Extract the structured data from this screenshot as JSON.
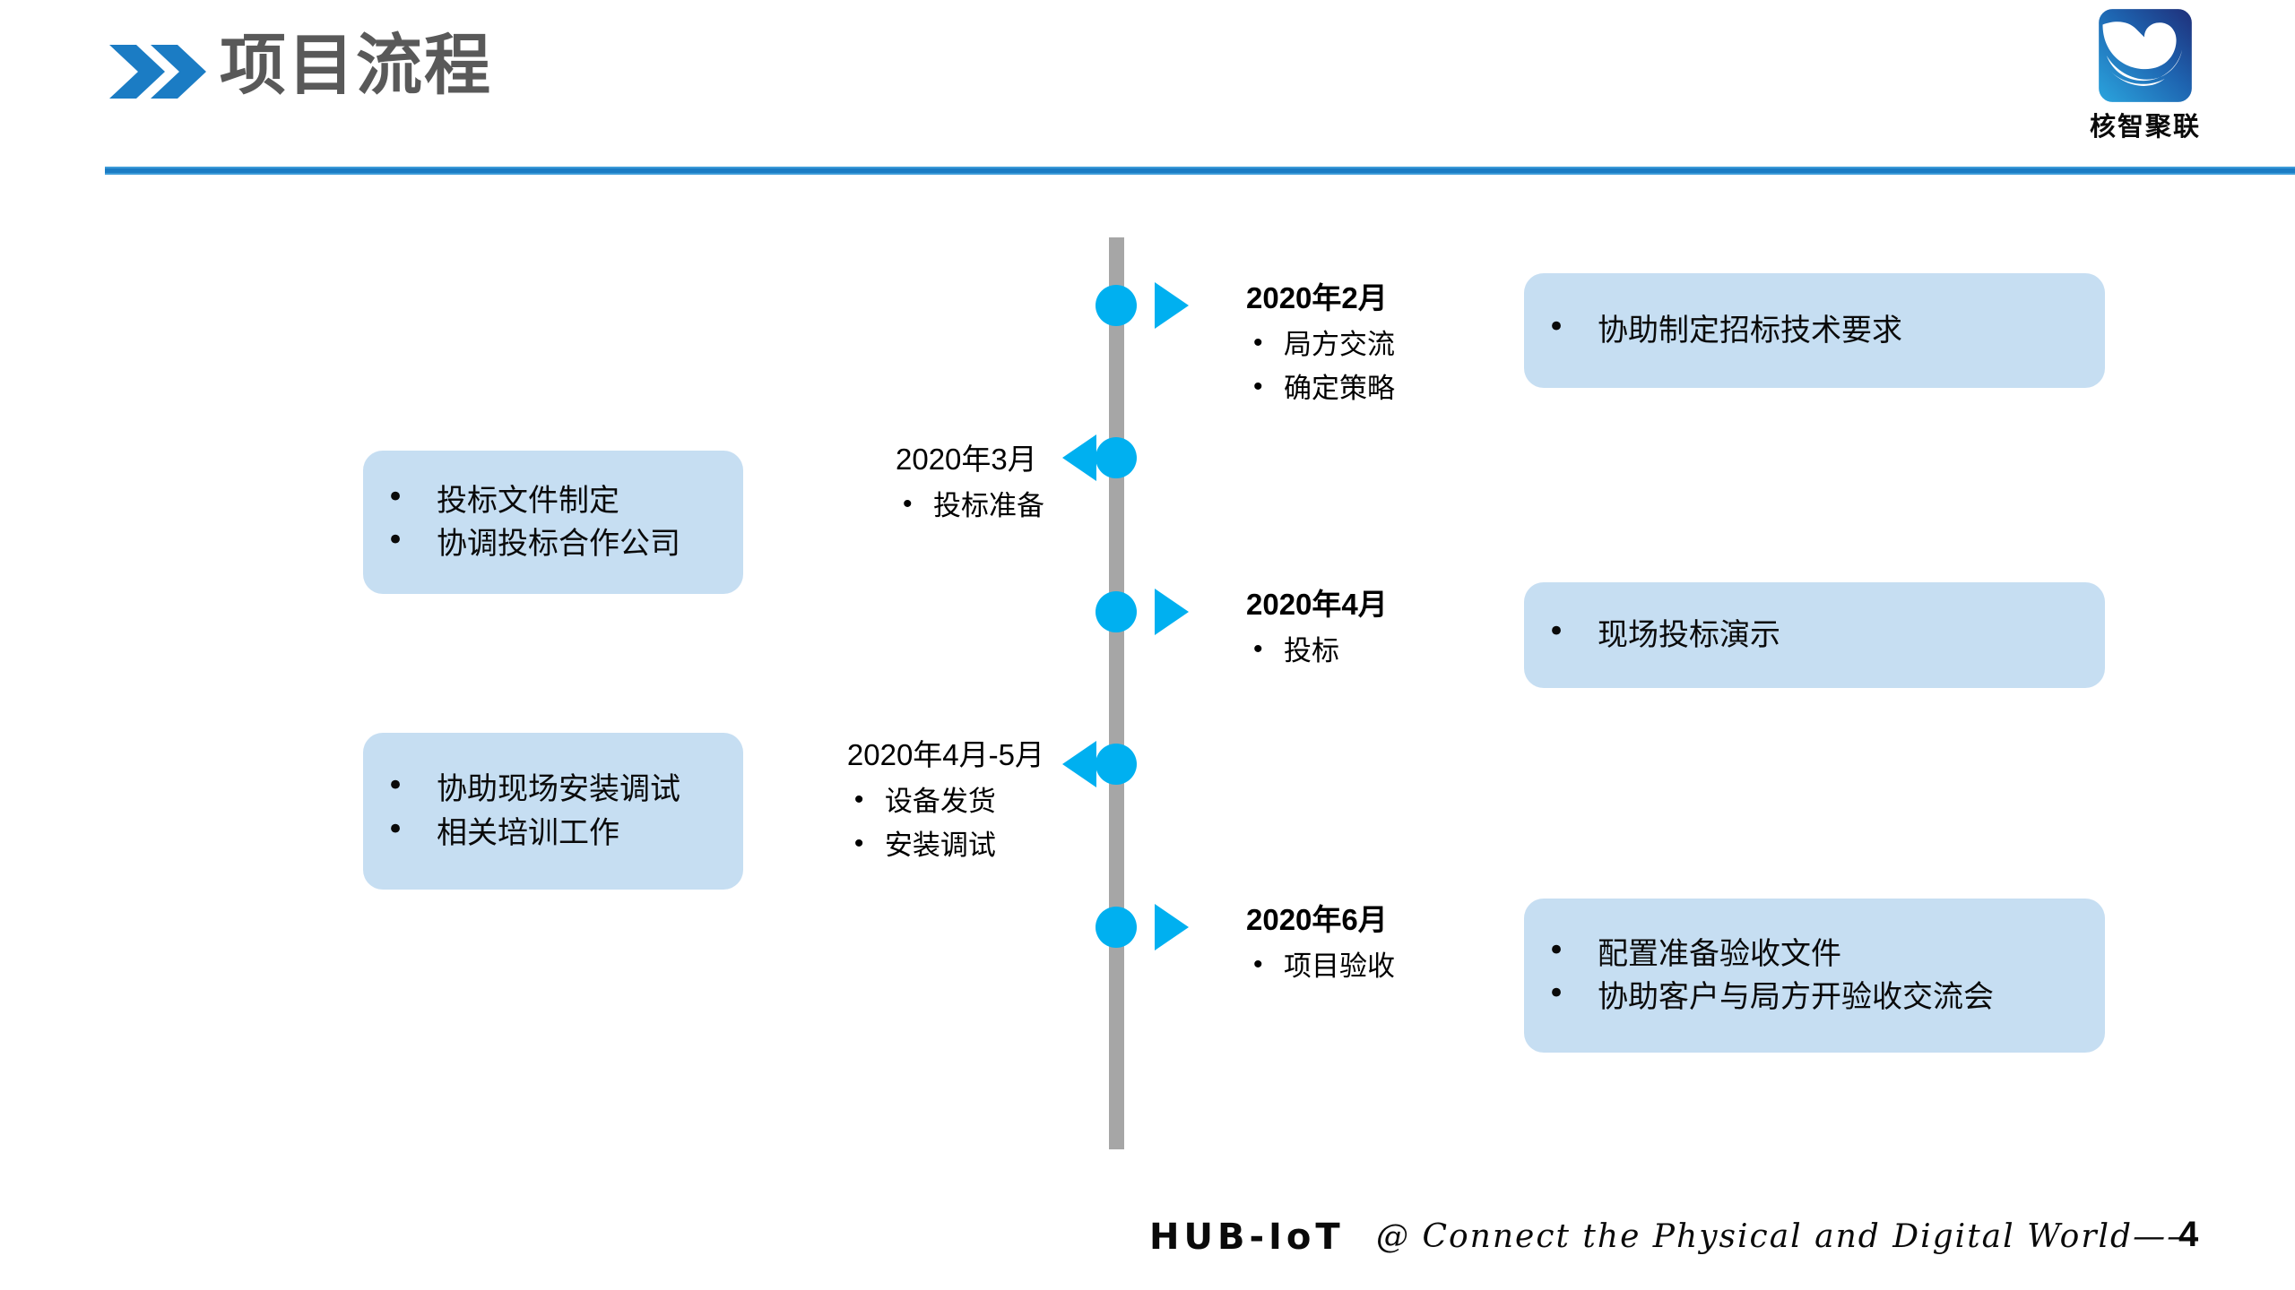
{
  "header": {
    "title": "项目流程",
    "chevron_icon": "double-chevron-right-icon",
    "rule_color": "#1B7CC4"
  },
  "logo": {
    "mark_icon": "company-globe-logo-icon",
    "text": "核智聚联",
    "color_light": "#29A3DC",
    "color_dark": "#1F3A93"
  },
  "timeline": {
    "spine_color": "#A6A6A6",
    "node_color": "#00B0F0",
    "milestones": [
      {
        "side": "right",
        "date": "2020年2月",
        "items": [
          "局方交流",
          "确定策略"
        ]
      },
      {
        "side": "left",
        "date": "2020年3月",
        "items": [
          "投标准备"
        ]
      },
      {
        "side": "right",
        "date": "2020年4月",
        "items": [
          "投标"
        ]
      },
      {
        "side": "left",
        "date": "2020年4月-5月",
        "items": [
          "设备发货",
          "安装调试"
        ]
      },
      {
        "side": "right",
        "date": "2020年6月",
        "items": [
          "项目验收"
        ]
      }
    ]
  },
  "cards": {
    "fill_color": "#C6DEF2",
    "list": [
      {
        "side": "right",
        "items": [
          "协助制定招标技术要求"
        ]
      },
      {
        "side": "left",
        "items": [
          "投标文件制定",
          "协调投标合作公司"
        ]
      },
      {
        "side": "right",
        "items": [
          "现场投标演示"
        ]
      },
      {
        "side": "left",
        "items": [
          "协助现场安装调试",
          "相关培训工作"
        ]
      },
      {
        "side": "right",
        "items": [
          "配置准备验收文件",
          "协助客户与局方开验收交流会"
        ]
      }
    ]
  },
  "footer": {
    "hub": "HUB-IoT",
    "tagline": "@ Connect the Physical and Digital World——",
    "page_number": "4"
  }
}
